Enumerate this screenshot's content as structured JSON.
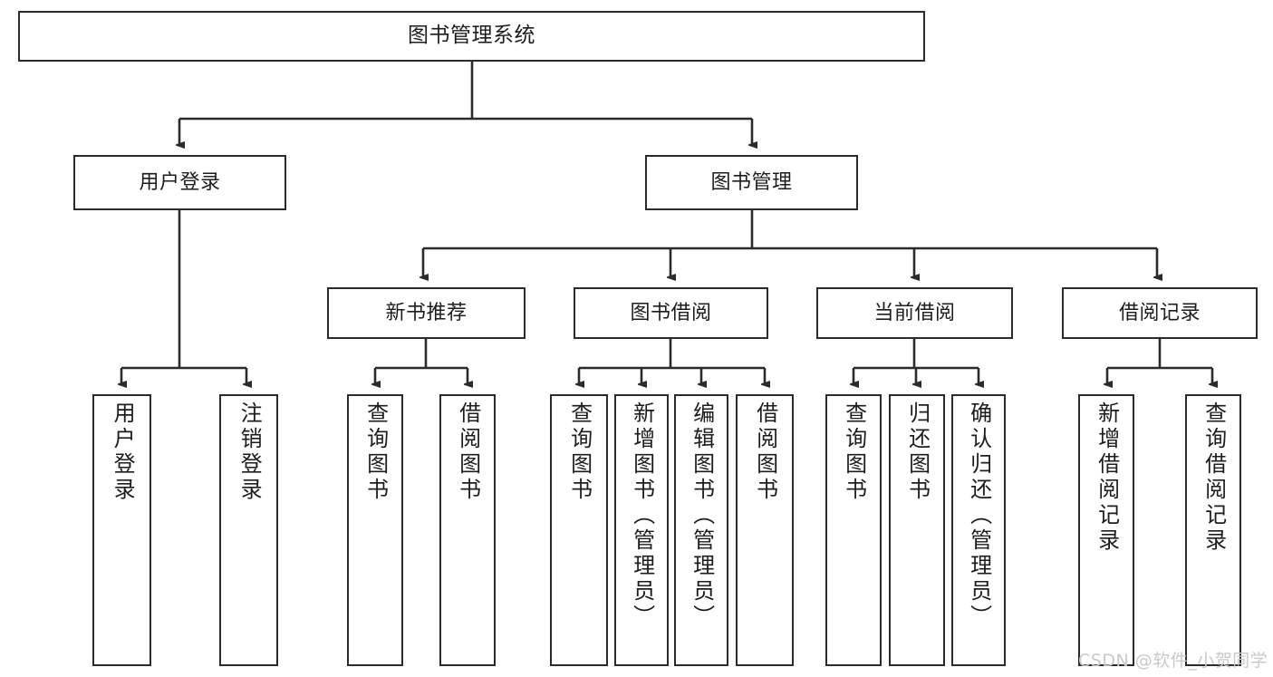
{
  "diagram": {
    "title": "图书管理系统",
    "type": "tree-hierarchy",
    "background_color": "#ffffff",
    "box_border_color": "#2b2b2b",
    "edge_color": "#2b2b2b",
    "text_color": "#1d1d1d"
  },
  "nodes": {
    "root": {
      "label": "图书管理系统",
      "level": 0
    },
    "l1": [
      {
        "label": "用户登录",
        "level": 1
      },
      {
        "label": "图书管理",
        "level": 1
      }
    ],
    "l2": [
      {
        "label": "新书推荐",
        "level": 2
      },
      {
        "label": "图书借阅",
        "level": 2
      },
      {
        "label": "当前借阅",
        "level": 2
      },
      {
        "label": "借阅记录",
        "level": 2
      }
    ],
    "leaves": {
      "user_login": [
        {
          "label": "用户登录"
        },
        {
          "label": "注销登录"
        }
      ],
      "new_book": [
        {
          "label": "查询图书"
        },
        {
          "label": "借阅图书"
        }
      ],
      "borrow": [
        {
          "label": "查询图书"
        },
        {
          "label": "新增图书（管理员）"
        },
        {
          "label": "编辑图书（管理员）"
        },
        {
          "label": "借阅图书"
        }
      ],
      "current": [
        {
          "label": "查询图书"
        },
        {
          "label": "归还图书"
        },
        {
          "label": "确认归还（管理员）"
        }
      ],
      "records": [
        {
          "label": "新增借阅记录"
        },
        {
          "label": "查询借阅记录"
        }
      ]
    }
  },
  "watermark": {
    "text": "CSDN @软件_小贺同学",
    "color": "#c9c9c9"
  }
}
